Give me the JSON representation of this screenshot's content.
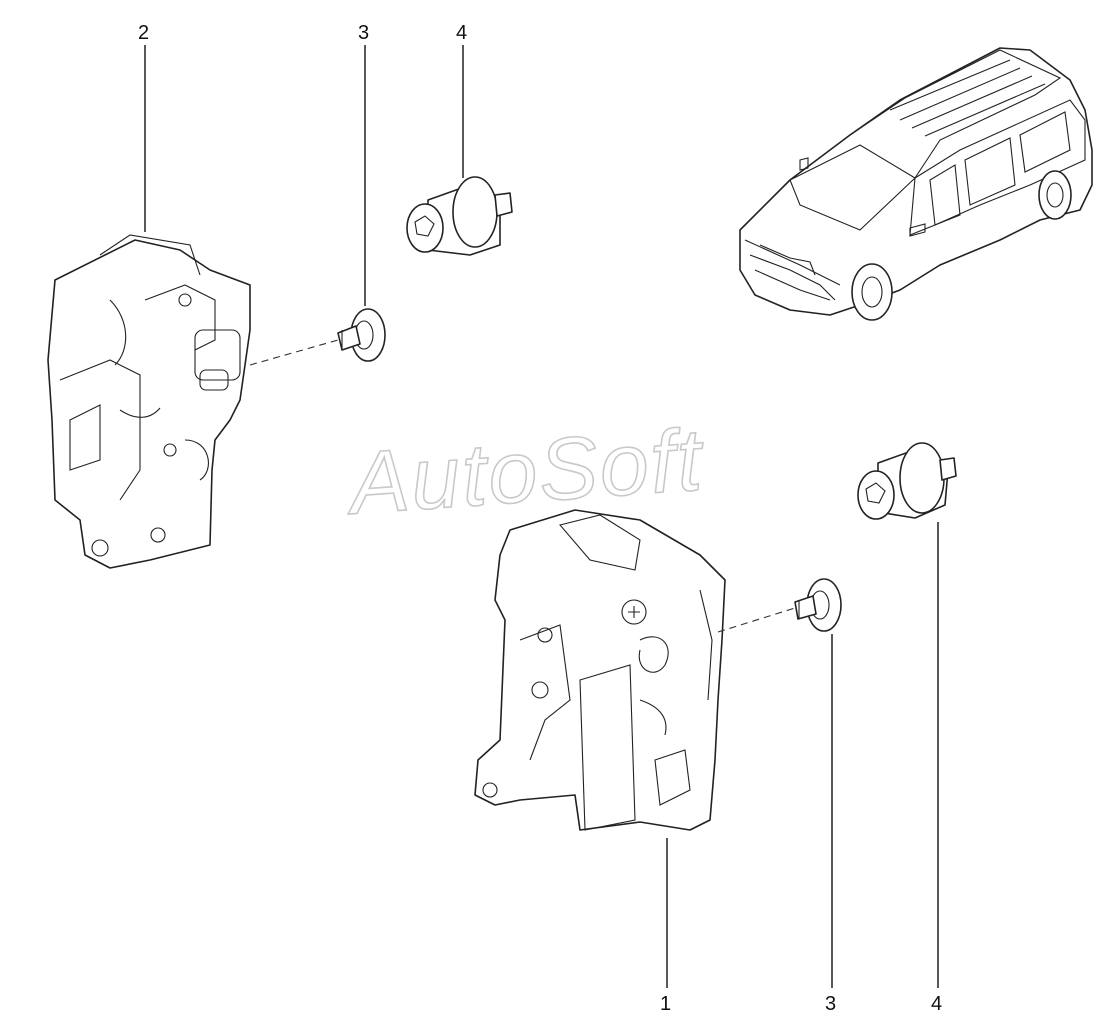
{
  "watermark": "AutoSoft",
  "callouts": [
    {
      "number": "2",
      "part": "left-door-lock"
    },
    {
      "number": "3",
      "part": "screw-left"
    },
    {
      "number": "4",
      "part": "striker-bolt-top"
    },
    {
      "number": "1",
      "part": "right-door-lock"
    },
    {
      "number": "3",
      "part": "screw-right"
    },
    {
      "number": "4",
      "part": "striker-bolt-right"
    }
  ]
}
